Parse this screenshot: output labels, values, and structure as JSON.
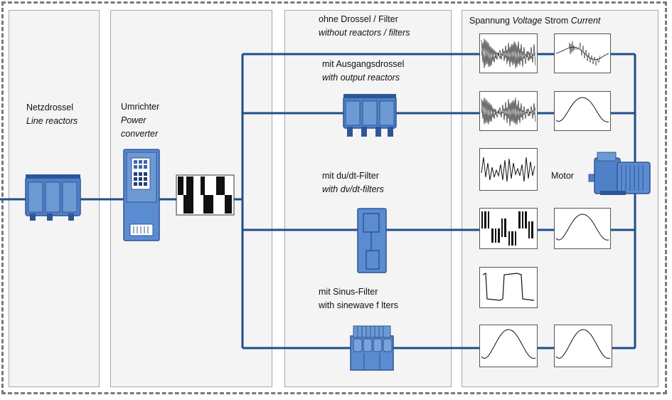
{
  "labels": {
    "netzdrossel": "Netzdrossel",
    "line_reactors": "Line reactors",
    "umrichter": "Umrichter",
    "power": "Power",
    "converter": "converter",
    "ohne": "ohne",
    "ohne_rest": " Drossel / Filter",
    "without": "without",
    "without_rest": " reactors / filters",
    "mit1": "mit",
    "mit1_rest": " Ausgangsdrossel",
    "with1": "with",
    "with1_rest": " output reactors",
    "mit2": "mit du/dt-Filter",
    "with2": "with",
    "with2_rest": " dv/dt-filters",
    "mit3": "mit",
    "mit3_rest": " Sinus-Filter",
    "with3": "with",
    "with3_rest": " sinewave f lters",
    "spannung": "Spannung ",
    "voltage": "Voltage",
    "strom": " Strom ",
    "current": "Current",
    "motor": "Motor"
  },
  "colors": {
    "line": "#1f4e8c",
    "component": "#4f81c7",
    "component_dark": "#2f5597",
    "panel": "#f4f4f4"
  }
}
